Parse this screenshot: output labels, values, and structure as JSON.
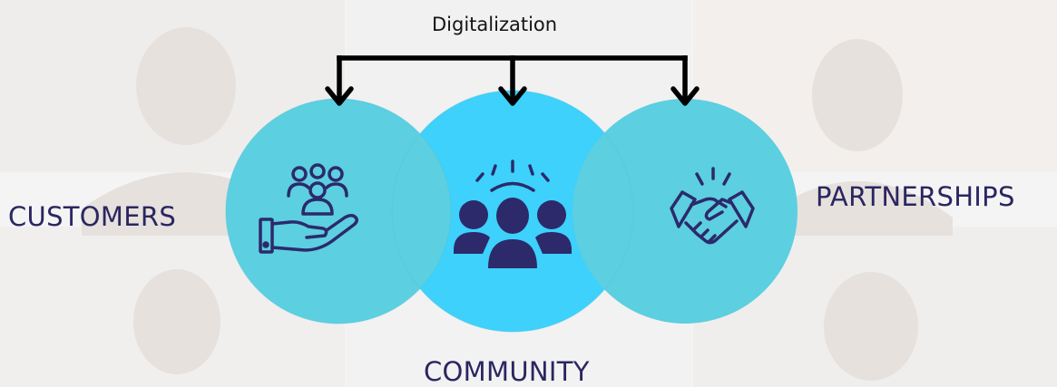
{
  "diagram": {
    "top_label": "Digitalization",
    "circles": [
      {
        "label": "CUSTOMERS",
        "icon": "customer-care-hand-icon"
      },
      {
        "label": "COMMUNITY",
        "icon": "community-people-icon"
      },
      {
        "label": "PARTNERSHIPS",
        "icon": "handshake-icon"
      }
    ],
    "colors": {
      "outer_circle": "#5ccfe0",
      "center_circle": "#3dd1fb",
      "icon": "#2c2a6b",
      "arrow": "#000000",
      "label": "#2a2660"
    }
  }
}
